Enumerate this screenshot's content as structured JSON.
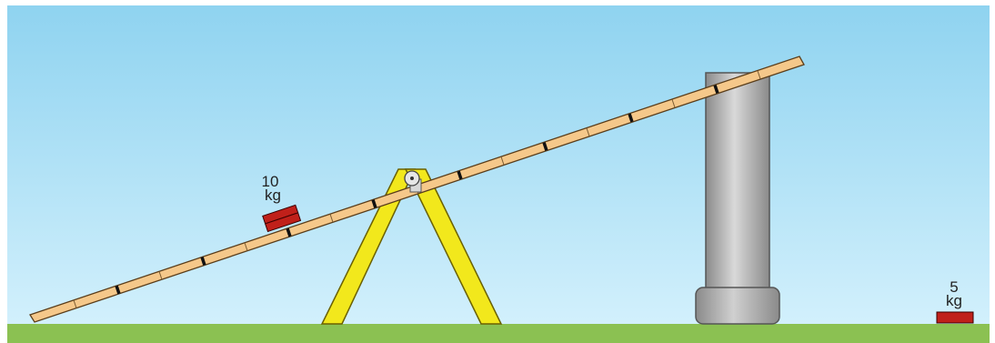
{
  "scene": {
    "sky_top_color": "#8fd3f0",
    "sky_bottom_color": "#d2f0fc",
    "ground_color": "#8bc152",
    "plank_color": "#f5c88a",
    "fulcrum_color": "#f2e81c",
    "support_column_color": "#a9a9a9"
  },
  "weights": {
    "on_plank": {
      "mass_value": "10",
      "mass_unit": "kg",
      "color": "#c0201a"
    },
    "on_ground": {
      "mass_value": "5",
      "mass_unit": "kg",
      "color": "#c0201a"
    }
  }
}
